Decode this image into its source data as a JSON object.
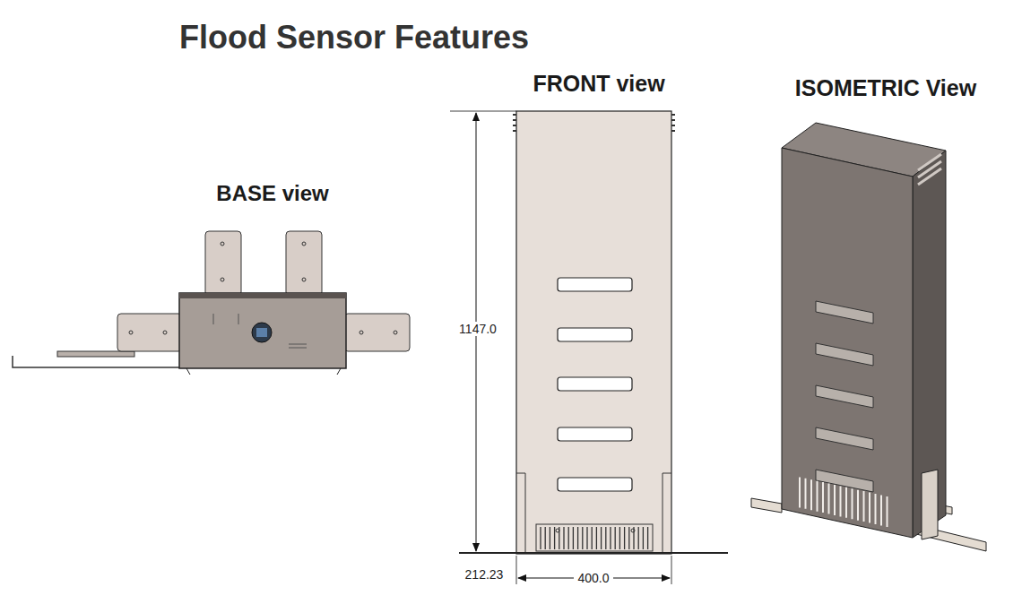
{
  "diagram": {
    "title": "Flood Sensor Features",
    "labels": [
      "BASE view",
      "FRONT view",
      "ISOMETRIC View",
      "1147.0",
      "212.23",
      "400.0"
    ]
  }
}
